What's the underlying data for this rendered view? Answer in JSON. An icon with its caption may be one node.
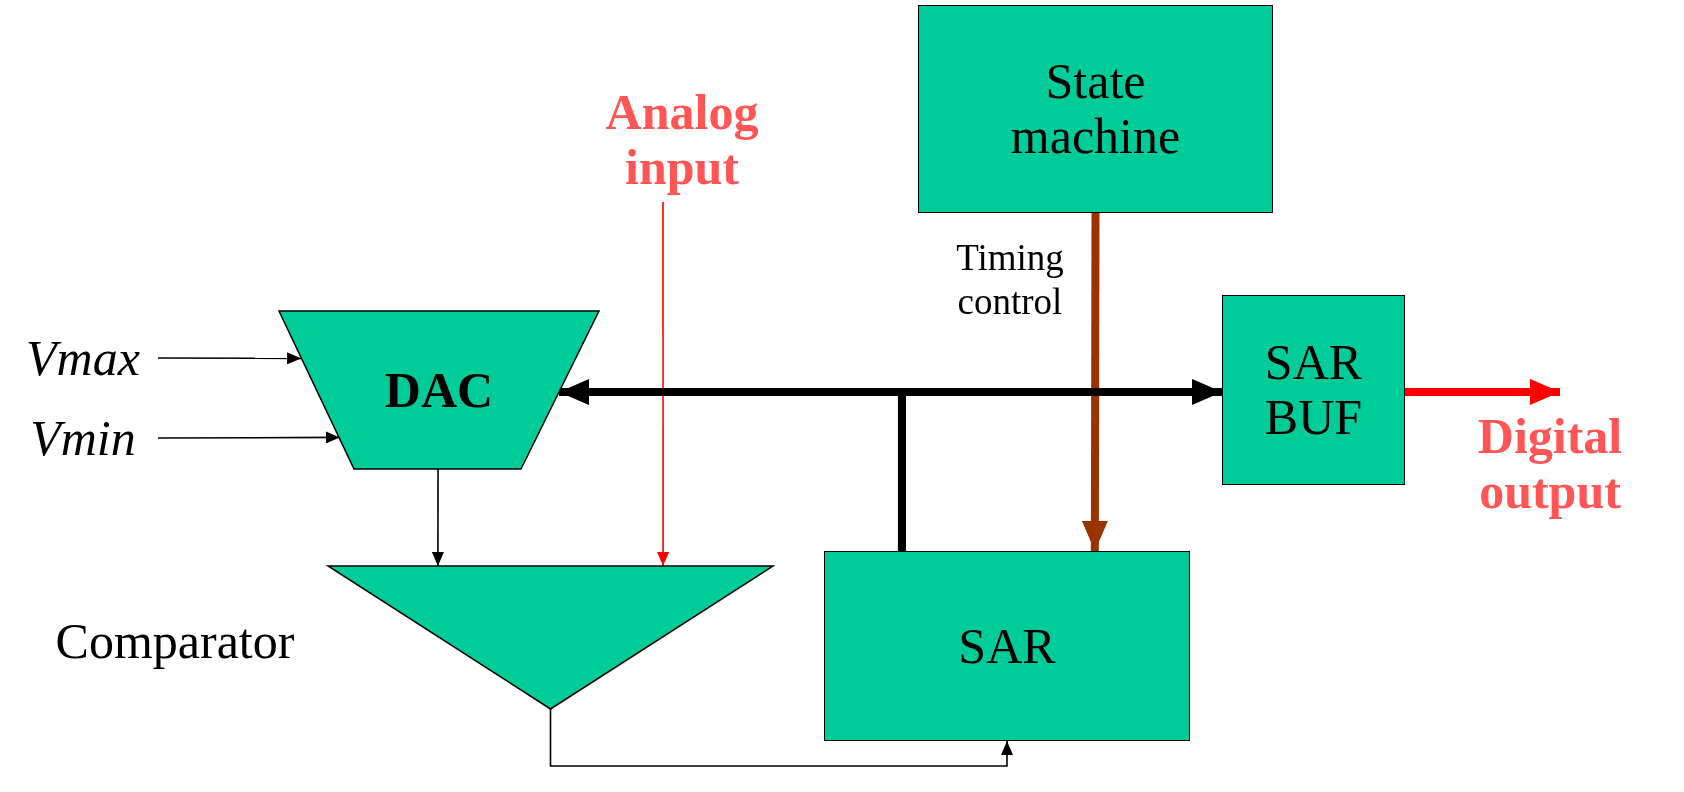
{
  "diagram": {
    "nodes": [
      {
        "text": [
          "State machine"
        ]
      },
      {
        "text": [
          "Analog input"
        ]
      },
      {
        "text": [
          "Vmax"
        ]
      },
      {
        "text": [
          "Vmin"
        ]
      },
      {
        "text": [
          "DAC"
        ]
      },
      {
        "text": [],
        "shape": "triangle",
        "beside": [
          "Comparator"
        ]
      },
      {
        "text": [
          "SAR"
        ]
      },
      {
        "text": [
          "SAR BUF"
        ]
      },
      {
        "text": [
          "Digital output"
        ]
      }
    ],
    "edges": [
      {
        "from": 2,
        "to": 4,
        "arrow": "to"
      },
      {
        "from": 3,
        "to": 4,
        "arrow": "to"
      },
      {
        "from": 1,
        "to": 5,
        "arrow": "to",
        "color": "#ff0000"
      },
      {
        "from": 4,
        "to": 5,
        "arrow": "to"
      },
      {
        "from": 5,
        "to": 6,
        "arrow": "to"
      },
      {
        "from": 0,
        "to": 6,
        "arrow": "to",
        "style": "thick",
        "color": "#993300",
        "label": "Timing control"
      },
      {
        "from": 6,
        "to": 4,
        "arrow": "to",
        "style": "thick"
      },
      {
        "from": 6,
        "to": 7,
        "arrow": "to",
        "style": "thick"
      },
      {
        "from": 7,
        "to": 8,
        "arrow": "to",
        "style": "thick",
        "color": "#ff0000"
      }
    ]
  }
}
